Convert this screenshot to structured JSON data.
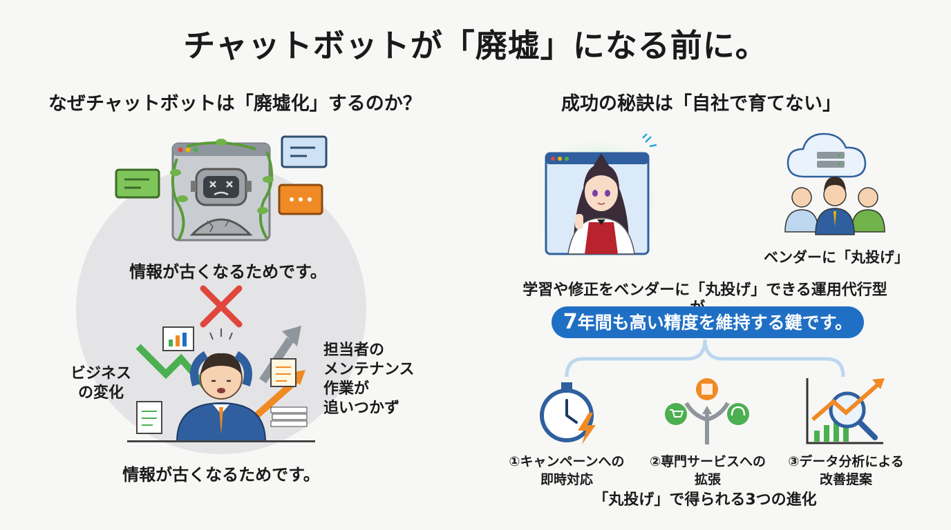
{
  "title": "チャットボットが「廃墟」になる前に。",
  "left": {
    "heading": "なぜチャットボットは「廃墟化」するのか？",
    "caption_top": "情報が古くなるためです。",
    "caption_bottom": "情報が古くなるためです。",
    "cause_business": [
      "ビジネス",
      "の変化"
    ],
    "cause_maintenance": [
      "担当者の",
      "メンテナンス",
      "作業が",
      "追いつかず"
    ]
  },
  "right": {
    "heading": "成功の秘訣は「自社で育てない」",
    "vendor_caption": "ベンダーに「丸投げ」",
    "statement": "学習や修正をベンダーに「丸投げ」できる運用代行型が、",
    "highlight_num": "7",
    "highlight_rest": "年間も高い精度を維持する鍵です。",
    "benefits": [
      {
        "line1": "①キャンペーンへの",
        "line2": "即時対応"
      },
      {
        "line1": "②専門サービスへの",
        "line2": "拡張"
      },
      {
        "line1": "③データ分析による",
        "line2": "改善提案"
      }
    ],
    "benefits_caption": "「丸投げ」で得られる3つの進化"
  },
  "colors": {
    "accent_blue": "#1f6fc4",
    "cross_red": "#e0463b",
    "arrow_green": "#4caf50",
    "arrow_orange": "#f08a24",
    "vine_green": "#5a9a3a"
  }
}
